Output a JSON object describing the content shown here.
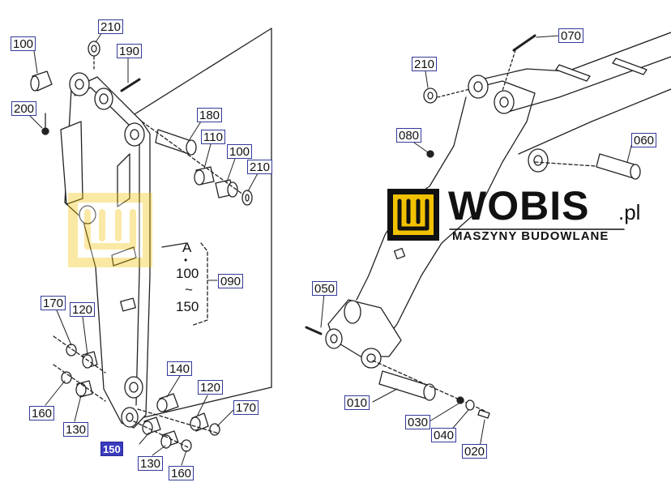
{
  "logo": {
    "brand": "WOBIS",
    "suffix": ".pl",
    "tagline": "MASZYNY BUDOWLANE",
    "color": "#f2c200"
  },
  "note": {
    "marker": "A",
    "range_from": "100",
    "range_sep": "~",
    "range_to": "150"
  },
  "callouts": {
    "c210a": "210",
    "c190": "190",
    "c100a": "100",
    "c200": "200",
    "c180": "180",
    "c110": "110",
    "c100b": "100",
    "c210b": "210",
    "c090": "090",
    "c170a": "170",
    "c120a": "120",
    "c160a": "160",
    "c130a": "130",
    "c140": "140",
    "c120b": "120",
    "c170b": "170",
    "c150": "150",
    "c130b": "130",
    "c160b": "160",
    "c070": "070",
    "c210c": "210",
    "c080": "080",
    "c060": "060",
    "c050": "050",
    "c010": "010",
    "c030": "030",
    "c040": "040",
    "c020": "020"
  },
  "colors": {
    "callout_border": "#333a99",
    "selected_callout": "#3b3bbf"
  }
}
